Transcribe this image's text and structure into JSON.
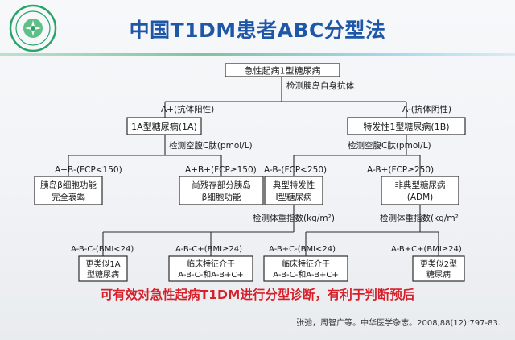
{
  "title": "中国T1DM患者ABC分型法",
  "nodes": {
    "root": "急性起病1型糖尿病",
    "type1a": "1A型糖尿病(1A)",
    "type1b": "特发性1型糖尿病(1B)",
    "l1": [
      "胰岛β细胞功能",
      "完全衰竭"
    ],
    "l2": [
      "尚残存部分胰岛",
      "β细胞功能"
    ],
    "l3": [
      "典型特发性",
      "I型糖尿病"
    ],
    "l4": [
      "非典型糖尿病",
      "(ADM)"
    ],
    "b1": [
      "更类似1A",
      "型糖尿病"
    ],
    "b2": [
      "临床特征介于",
      "A-B-C-和A-B+C+"
    ],
    "b3": [
      "临床特征介于",
      "A-B-C-和A-B+C+"
    ],
    "b4": [
      "更类似2型",
      "糖尿病"
    ]
  },
  "labels": {
    "antibody_test": "检测胰岛自身抗体",
    "a_pos": "A+(抗体阳性)",
    "a_neg": "A-(抗体阴性)",
    "cpep_test_left": "检测空腹C肽(pmol/L)",
    "cpep_test_right": "检测空腹C肽(pmol/L)",
    "ab_minus_fcp": "A+B-(FCP<150)",
    "ab_plus_fcp": "A+B+(FCP≥150)",
    "anb_minus_fcp": "A-B-(FCP<250)",
    "anb_plus_fcp": "A-B+(FCP≥250)",
    "bmi_test_left": "检测体重指数(kg/m²)",
    "bmi_test_right": "检测体重指数(kg/m²",
    "c1": "A-B-C-(BMI<24)",
    "c2": "A-B-C+(BMI≥24)",
    "c3": "A-B+C-(BMI<24)",
    "c4": "A-B+C+(BMI≥24)"
  },
  "conclusion": "可有效对急性起病T1DM进行分型诊断，有利于判断预后",
  "citation": "张弛，周智广等。中华医学杂志。2008,88(12):797-83.",
  "colors": {
    "title": "#1f57a8",
    "conclusion": "#d71f2a",
    "logo": "#2aa36b"
  }
}
